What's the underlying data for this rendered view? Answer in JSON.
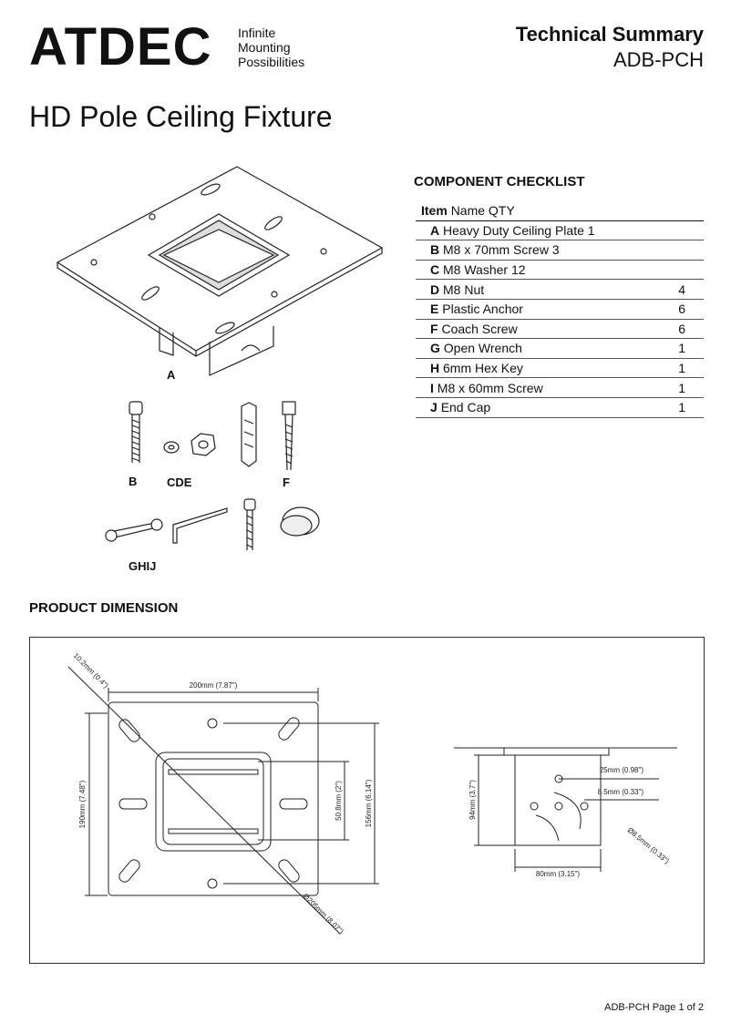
{
  "header": {
    "brand": "ATDEC",
    "tagline": [
      "Infinite",
      "Mounting",
      "Possibilities"
    ],
    "doc_type": "Technical Summary",
    "doc_code": "ADB-PCH"
  },
  "title": "HD Pole Ceiling Fixture",
  "checklist": {
    "title": "COMPONENT CHECKLIST",
    "header": {
      "item": "Item",
      "rest": "Name QTY"
    },
    "rows": [
      {
        "item": "A",
        "name": "Heavy Duty Ceiling Plate 1",
        "qty": ""
      },
      {
        "item": "B",
        "name": "M8 x 70mm Screw 3",
        "qty": ""
      },
      {
        "item": "C",
        "name": "M8 Washer 12",
        "qty": ""
      },
      {
        "item": "D",
        "name": "M8 Nut",
        "qty": "4"
      },
      {
        "item": "E",
        "name": "Plastic Anchor",
        "qty": "6"
      },
      {
        "item": "F",
        "name": "Coach Screw",
        "qty": "6"
      },
      {
        "item": "G",
        "name": "Open Wrench",
        "qty": "1"
      },
      {
        "item": "H",
        "name": "6mm Hex Key",
        "qty": "1"
      },
      {
        "item": "I",
        "name": "M8 x 60mm Screw",
        "qty": "1"
      },
      {
        "item": "J",
        "name": "End Cap",
        "qty": "1"
      }
    ]
  },
  "part_labels": {
    "a": "A",
    "b": "B",
    "cde": "CDE",
    "f": "F",
    "ghij": "GHIJ"
  },
  "dimensions": {
    "title": "PRODUCT DIMENSION",
    "width_top": "200mm (7.87\")",
    "height_left": "190mm (7.48\")",
    "slot_spacing": "50.8mm (2\")",
    "hole_spacing": "156mm (6.14\")",
    "diagonal": "Ø205mm (8.07\")",
    "slot_width": "10.2mm (0.4\")",
    "side_height": "94mm (3.7\")",
    "side_width": "80mm (3.15\")",
    "hole_offset_1": "25mm (0.98\")",
    "hole_offset_2": "8.5mm (0.33\")",
    "hole_dia": "Ø8.5mm (0.33\")"
  },
  "footer": "ADB-PCH Page 1 of 2"
}
